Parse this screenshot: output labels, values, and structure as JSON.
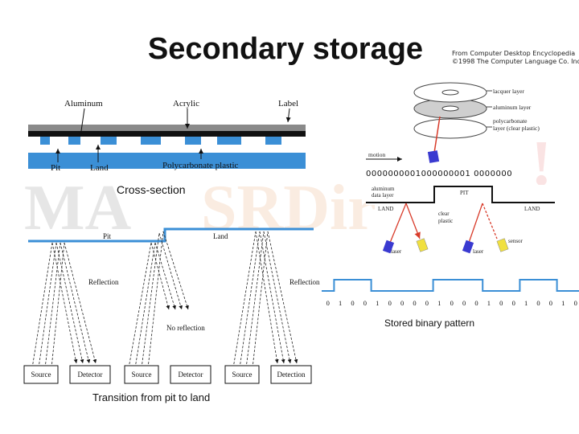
{
  "slide": {
    "title": "Secondary storage",
    "credit_line1": "From Computer Desktop Encyclopedia",
    "credit_line2": "©1998 The Computer Language Co. Inc."
  },
  "cross_section": {
    "label_aluminum": "Aluminum",
    "label_acrylic": "Acrylic",
    "label_label": "Label",
    "label_pit": "Pit",
    "label_land": "Land",
    "label_polycarbonate": "Polycarbonate plastic",
    "caption": "Cross-section"
  },
  "reflection": {
    "label_pit": "Pit",
    "label_land": "Land",
    "label_reflection_left": "Reflection",
    "label_reflection_right": "Reflection",
    "label_no_reflection": "No reflection",
    "boxes": [
      "Source",
      "Detector",
      "Source",
      "Detector",
      "Source",
      "Detection"
    ],
    "caption": "Transition from pit to land"
  },
  "disc_layers": {
    "lacquer": "lacquer layer",
    "aluminum": "aluminum layer",
    "polycarbonate_line1": "polycarbonate",
    "polycarbonate_line2": "layer (clear plastic)",
    "motion": "motion",
    "bits": "0000000001000000001 0000000",
    "aluminum_data_line1": "aluminum",
    "aluminum_data_line2": "data layer",
    "pit": "PIT",
    "land_left": "LAND",
    "land_right": "LAND",
    "clear_plastic_line1": "clear",
    "clear_plastic_line2": "plastic",
    "sensor": "sensor",
    "laser_left": "laser",
    "laser_right": "laser"
  },
  "binary": {
    "bits": [
      "0",
      "1",
      "0",
      "0",
      "1",
      "0",
      "0",
      "0",
      "0",
      "1",
      "0",
      "0",
      "0",
      "1",
      "0",
      "0",
      "1",
      "0",
      "0",
      "1",
      "0"
    ],
    "caption": "Stored binary pattern"
  },
  "colors": {
    "disc_blue": "#3b8fd6",
    "beam_red": "#d83b2a",
    "laser_blue": "#3a3ad0",
    "laser_yellow": "#f0e040"
  }
}
